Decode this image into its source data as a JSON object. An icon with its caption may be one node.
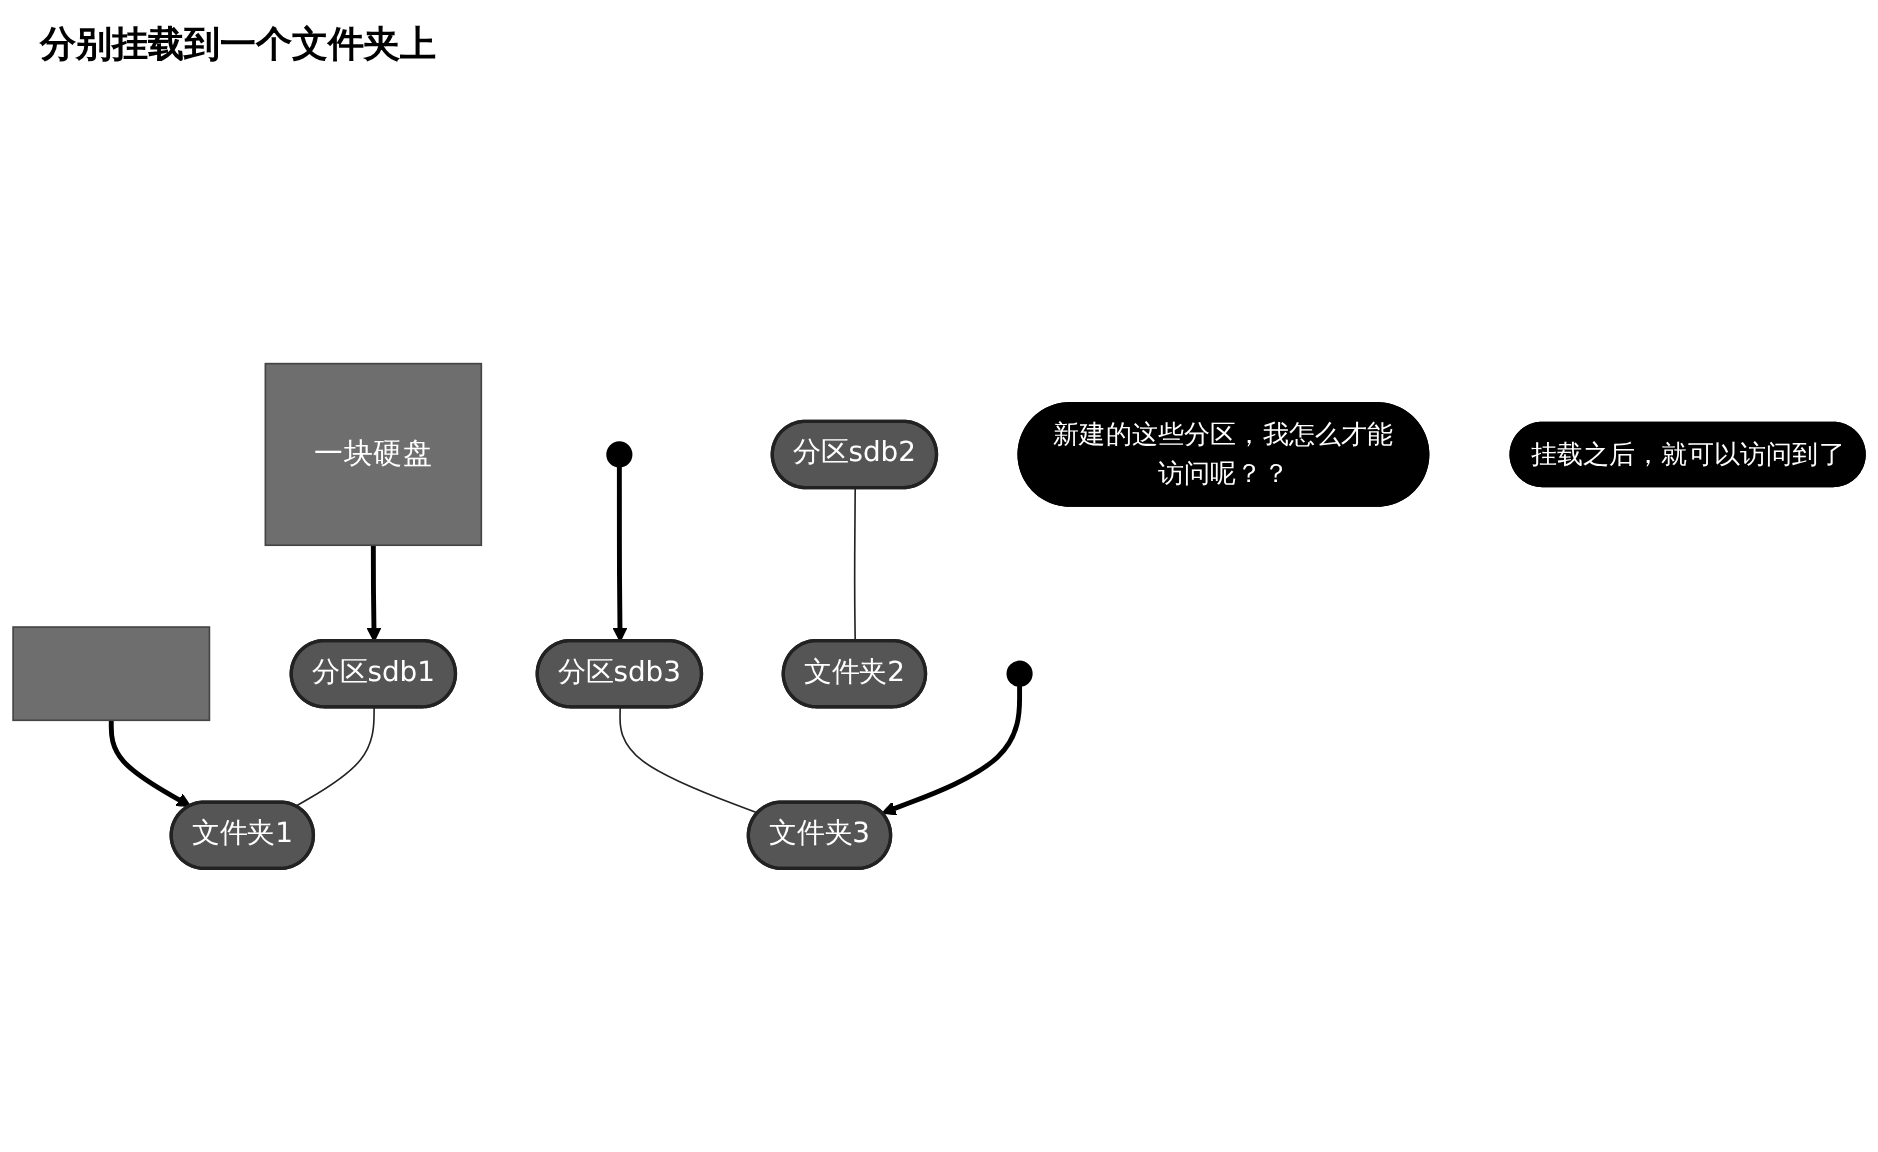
{
  "diagram": {
    "nodes": [
      {
        "text": [
          "一块硬盘"
        ]
      },
      {
        "text": [],
        "shape": "box"
      },
      {
        "text": [
          "分区sdb1"
        ]
      },
      {
        "text": [
          "分区sdb2"
        ]
      },
      {
        "text": [
          "分区sdb3"
        ]
      },
      {
        "text": [
          "文件夹1"
        ]
      },
      {
        "text": [
          "文件夹2"
        ]
      },
      {
        "text": [
          "文件夹3"
        ]
      },
      {
        "text": [],
        "shape": "person"
      },
      {
        "text": [
          "新建的这些分区，我怎么才能访问呢？？"
        ]
      },
      {
        "text": [],
        "shape": "person"
      },
      {
        "text": [
          "挂载之后，就可以访问到了"
        ]
      }
    ],
    "edges": [
      {
        "from": 0,
        "to": 2,
        "arrow": "to"
      },
      {
        "from": 1,
        "to": 5,
        "arrow": "to"
      },
      {
        "from": 2,
        "to": 5,
        "arrow": "none"
      },
      {
        "from": 3,
        "to": 6,
        "arrow": "none"
      },
      {
        "from": 4,
        "to": 7,
        "arrow": "none"
      },
      {
        "from": 8,
        "to": 4,
        "arrow": "to"
      },
      {
        "from": 10,
        "to": 7,
        "arrow": "to"
      }
    ],
    "labels": [
      "分别挂载到一个文件夹上"
    ]
  }
}
